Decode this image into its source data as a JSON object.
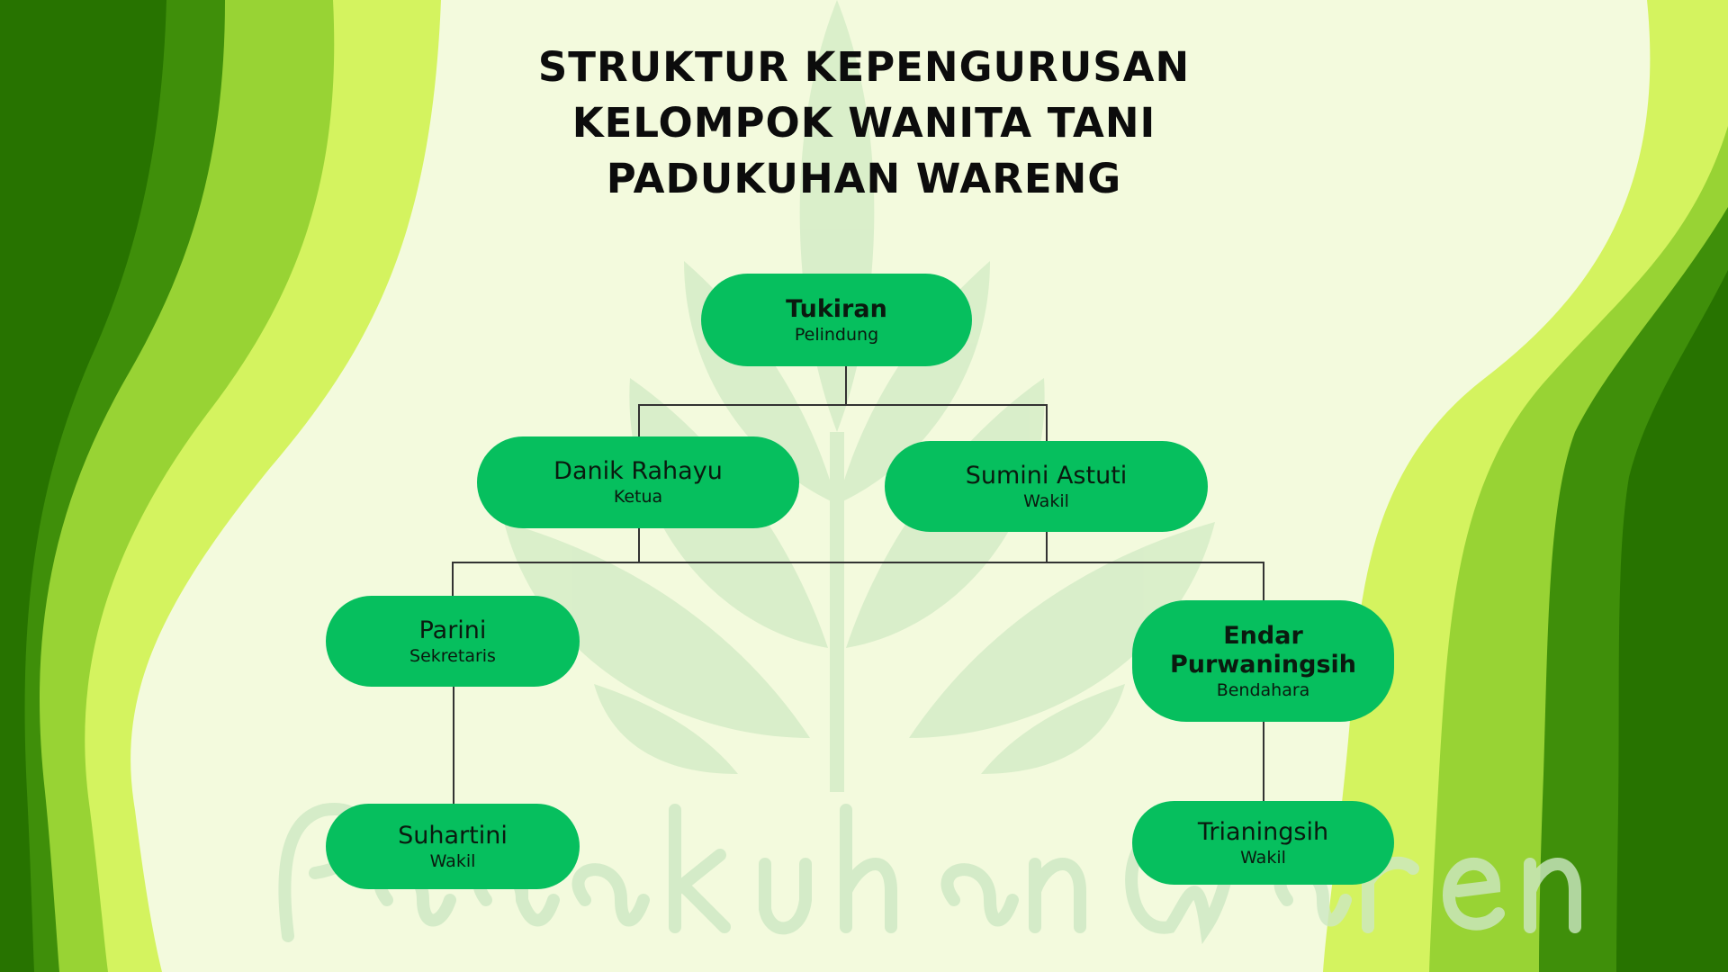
{
  "title": [
    "STRUKTUR KEPENGURUSAN",
    "KELOMPOK WANITA TANI",
    "PADUKUHAN WARENG"
  ],
  "watermark_logo_text": "Padukuhan Wareng",
  "colors": {
    "node": "#06bf5e",
    "background": "#f3fadd",
    "wave_dark": "#277300",
    "wave_mid": "#3f8f0a",
    "wave_light": "#98d334",
    "wave_pale": "#d4f35f"
  },
  "nodes": {
    "pelindung": {
      "name": "Tukiran",
      "role": "Pelindung"
    },
    "ketua": {
      "name": "Danik Rahayu",
      "role": "Ketua"
    },
    "wakil_ketua": {
      "name": "Sumini Astuti",
      "role": "Wakil"
    },
    "sekretaris": {
      "name": "Parini",
      "role": "Sekretaris"
    },
    "bendahara": {
      "name": "Endar Purwaningsih",
      "role": "Bendahara"
    },
    "wakil_sekretaris": {
      "name": "Suhartini",
      "role": "Wakil"
    },
    "wakil_bendahara": {
      "name": "Trianingsih",
      "role": "Wakil"
    }
  }
}
